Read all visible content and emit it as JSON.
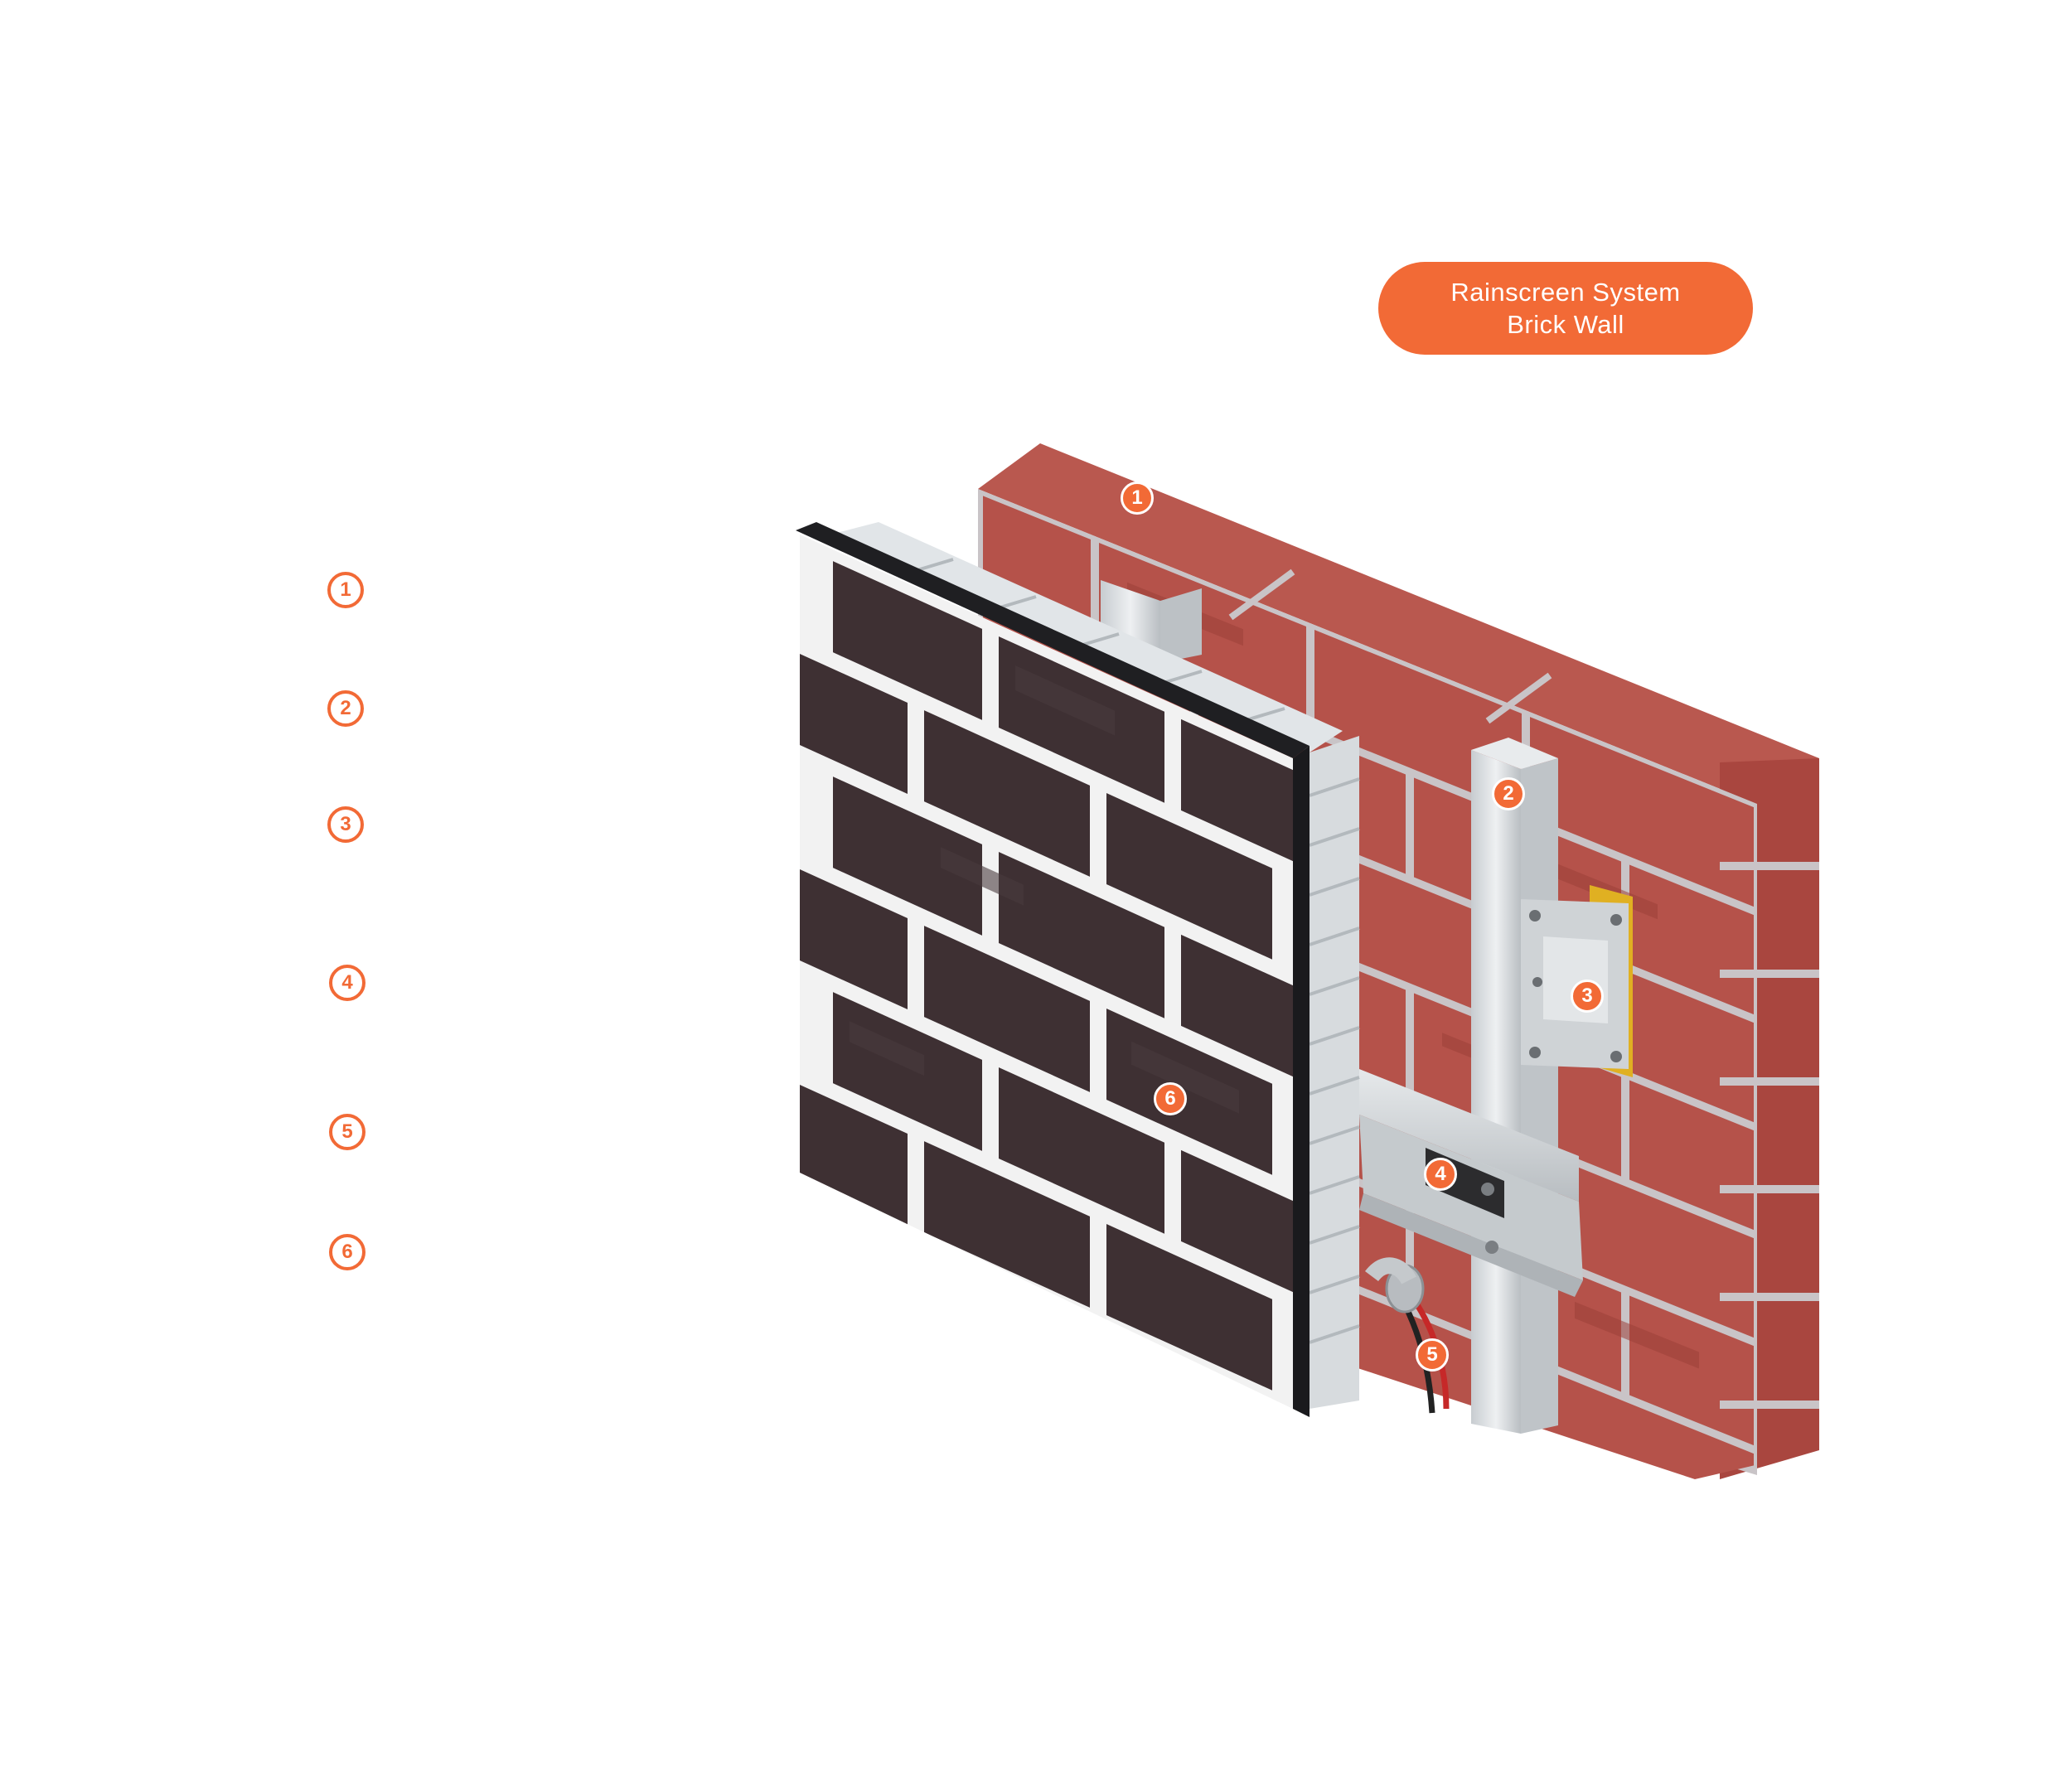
{
  "title": {
    "line1": "Rainscreen System",
    "line2": "Brick Wall"
  },
  "legend": [
    "1",
    "2",
    "3",
    "4",
    "5",
    "6"
  ],
  "callouts": {
    "c1": "1",
    "c2": "2",
    "c3": "3",
    "c4": "4",
    "c5": "5",
    "c6": "6"
  },
  "colors": {
    "accent": "#f26a36",
    "back_brick": "#b5524a",
    "back_mortar": "#c9c4c7",
    "front_brick": "#3e3033",
    "front_mortar": "#f2f2f2",
    "aluminium": "#d5d9dc"
  }
}
